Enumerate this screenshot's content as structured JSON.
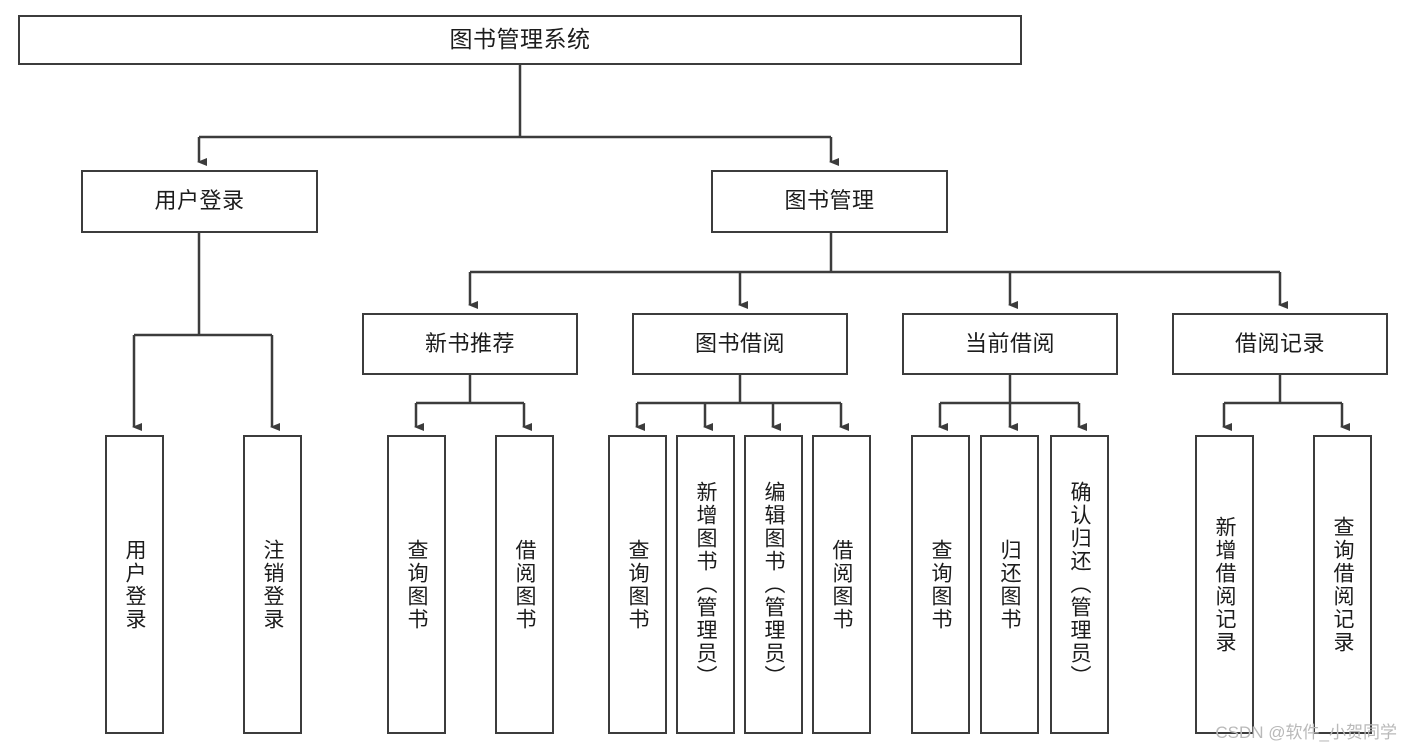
{
  "diagram": {
    "title": "图书管理系统",
    "type": "tree-hierarchy-chart",
    "background_color": "#ffffff",
    "border_color": "#3c3c3c",
    "text_color": "#1c1c1c"
  },
  "root": {
    "label": "图书管理系统"
  },
  "level1": [
    {
      "label": "用户登录"
    },
    {
      "label": "图书管理"
    }
  ],
  "level2": [
    {
      "label": "新书推荐"
    },
    {
      "label": "图书借阅"
    },
    {
      "label": "当前借阅"
    },
    {
      "label": "借阅记录"
    }
  ],
  "leaves": {
    "user_login": [
      {
        "label": "用户登录"
      },
      {
        "label": "注销登录"
      }
    ],
    "new_book_recommend": [
      {
        "label": "查询图书"
      },
      {
        "label": "借阅图书"
      }
    ],
    "book_borrow": [
      {
        "label": "查询图书"
      },
      {
        "label": "新增图书（管理员）"
      },
      {
        "label": "编辑图书（管理员）"
      },
      {
        "label": "借阅图书"
      }
    ],
    "current_borrow": [
      {
        "label": "查询图书"
      },
      {
        "label": "归还图书"
      },
      {
        "label": "确认归还（管理员）"
      }
    ],
    "borrow_record": [
      {
        "label": "新增借阅记录"
      },
      {
        "label": "查询借阅记录"
      }
    ]
  },
  "watermark": {
    "text": "CSDN @软件_小贺同学",
    "color": "#b9b9b9"
  }
}
